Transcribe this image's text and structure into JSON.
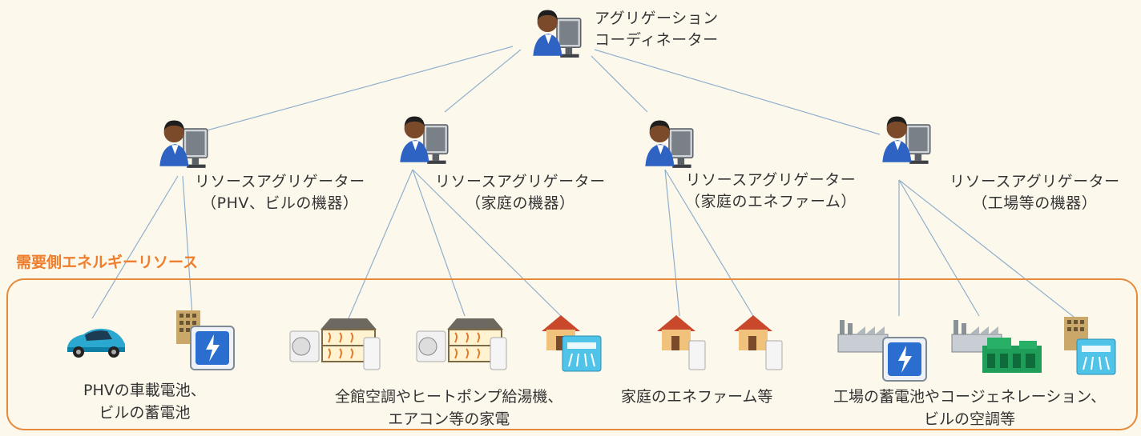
{
  "coordinator": {
    "icon": "person-computer-icon",
    "label_line1": "アグリゲーション",
    "label_line2": "コーディネーター"
  },
  "aggregators": [
    {
      "icon": "person-computer-icon",
      "line1": "リソースアグリゲーター",
      "line2": "（PHV、ビルの機器）"
    },
    {
      "icon": "person-computer-icon",
      "line1": "リソースアグリゲーター",
      "line2": "（家庭の機器）"
    },
    {
      "icon": "person-computer-icon",
      "line1": "リソースアグリゲーター",
      "line2": "（家庭のエネファーム）"
    },
    {
      "icon": "person-computer-icon",
      "line1": "リソースアグリゲーター",
      "line2": "（工場等の機器）"
    }
  ],
  "demand_group": {
    "title": "需要側エネルギーリソース",
    "border_color": "#e48a3a",
    "title_color": "#ee7e2c"
  },
  "resources": [
    {
      "line1": "PHVの車載電池、",
      "line2": "ビルの蓄電池",
      "icons": [
        "car-icon",
        "building-icon",
        "battery-icon"
      ]
    },
    {
      "line1": "全館空調やヒートポンプ給湯機、",
      "line2": "エアコン等の家電",
      "icons": [
        "heat-pump-unit-icon",
        "house-hvac-icon",
        "water-heater-icon",
        "house-icon",
        "air-conditioner-icon"
      ]
    },
    {
      "line1": "家庭のエネファーム等",
      "line2": "",
      "icons": [
        "house-icon",
        "fuel-cell-unit-icon"
      ]
    },
    {
      "line1": "工場の蓄電池やコージェネレーション、",
      "line2": "ビルの空調等",
      "icons": [
        "factory-icon",
        "battery-icon",
        "cogeneration-engine-icon",
        "building-icon",
        "air-conditioner-icon"
      ]
    }
  ]
}
